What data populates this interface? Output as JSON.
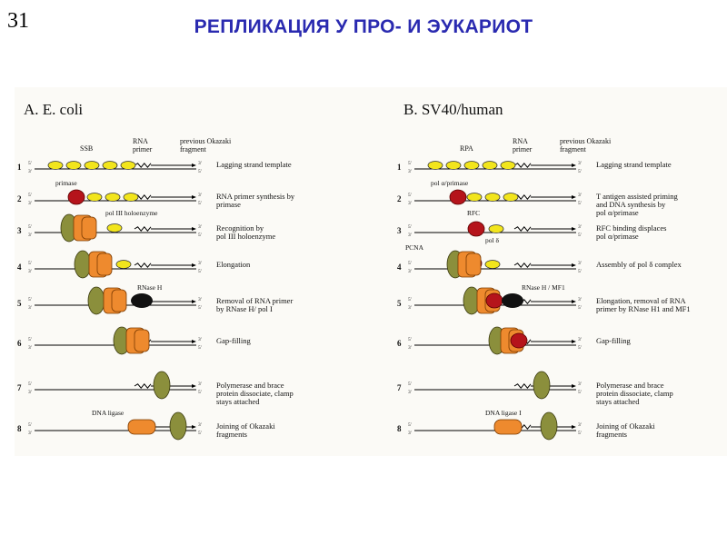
{
  "slide": {
    "number": "31",
    "title": "РЕПЛИКАЦИЯ У ПРО- И  ЭУКАРИОТ"
  },
  "panels": [
    {
      "heading": "A.  E. coli",
      "top_labels": {
        "protein": "SSB",
        "primer_line1": "RNA",
        "primer_line2": "primer",
        "okazaki_line1": "previous Okazaki",
        "okazaki_line2": "fragment"
      },
      "steps": [
        {
          "num": "1",
          "desc": [
            "Lagging strand template"
          ]
        },
        {
          "num": "2",
          "desc": [
            "RNA primer synthesis by",
            "primase"
          ],
          "label": "primase"
        },
        {
          "num": "3",
          "desc": [
            "Recognition by",
            "pol III holoenzyme"
          ],
          "label": "pol III holoenzyme"
        },
        {
          "num": "4",
          "desc": [
            "Elongation"
          ]
        },
        {
          "num": "5",
          "desc": [
            "Removal of RNA primer",
            "by RNase H/ pol I"
          ],
          "label": "RNase H"
        },
        {
          "num": "6",
          "desc": [
            "Gap-filling"
          ]
        },
        {
          "num": "7",
          "desc": [
            "Polymerase and brace",
            "protein dissociate, clamp",
            "stays attached"
          ]
        },
        {
          "num": "8",
          "desc": [
            "Joining of Okazaki",
            "fragments"
          ],
          "label": "DNA ligase"
        }
      ]
    },
    {
      "heading": "B.  SV40/human",
      "top_labels": {
        "protein": "RPA",
        "primer_line1": "RNA",
        "primer_line2": "primer",
        "okazaki_line1": "previous Okazaki",
        "okazaki_line2": "fragment"
      },
      "steps": [
        {
          "num": "1",
          "desc": [
            "Lagging strand template"
          ]
        },
        {
          "num": "2",
          "desc": [
            "T antigen assisted priming",
            "and DNA synthesis by",
            "pol α/primase"
          ],
          "label": "pol α/primase"
        },
        {
          "num": "3",
          "desc": [
            "RFC binding displaces",
            "pol α/primase"
          ],
          "label": "RFC"
        },
        {
          "num": "4",
          "desc": [
            "Assembly of pol δ complex"
          ],
          "label": "PCNA",
          "label2": "pol δ"
        },
        {
          "num": "5",
          "desc": [
            "Elongation, removal of RNA",
            "primer by RNase H1 and MF1"
          ],
          "label": "RNase H / MF1"
        },
        {
          "num": "6",
          "desc": [
            "Gap-filling"
          ]
        },
        {
          "num": "7",
          "desc": [
            "Polymerase and brace",
            "protein dissociate, clamp",
            "stays attached"
          ]
        },
        {
          "num": "8",
          "desc": [
            "Joining of Okazaki",
            "fragments"
          ],
          "label": "DNA ligase I"
        }
      ]
    }
  ],
  "strand_labels": {
    "five": "5'",
    "three": "3'"
  },
  "colors": {
    "title": "#2a2ab0",
    "ssb": "#f2e51c",
    "primase": "#b5141b",
    "polymerase": "#ee8a2e",
    "clamp": "#8b8f3c",
    "rnase": "#111111"
  }
}
